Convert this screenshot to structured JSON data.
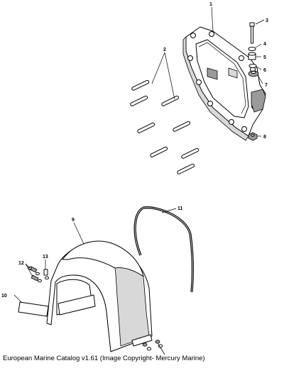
{
  "caption": "European Marine Catalog v1.61 (Image Copyright- Mercury Marine)",
  "callouts": [
    "1",
    "2",
    "3",
    "4",
    "5",
    "6",
    "7",
    "8",
    "9",
    "10",
    "11",
    "12",
    "13"
  ]
}
